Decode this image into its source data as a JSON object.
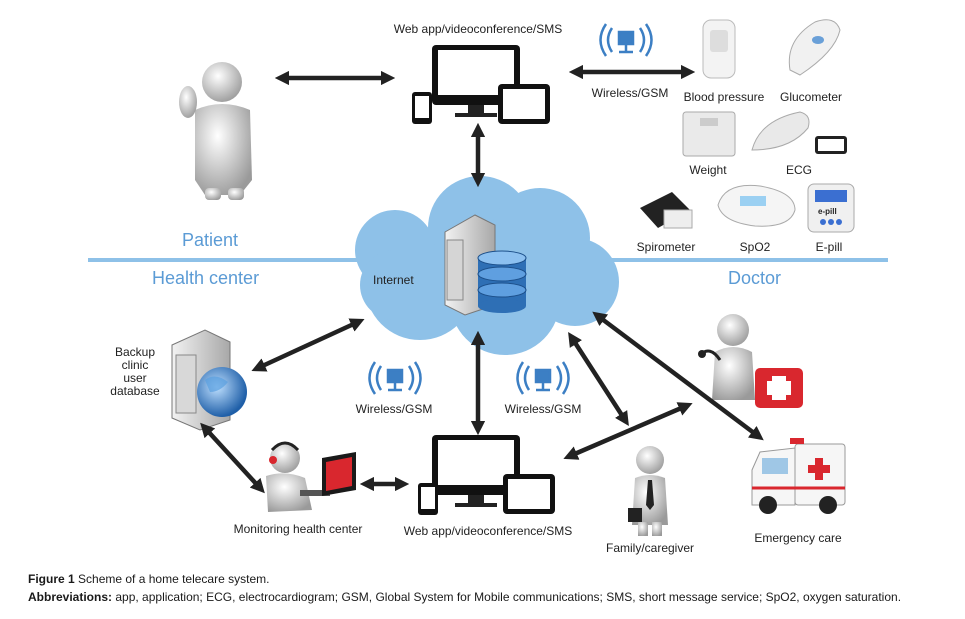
{
  "zones": {
    "patient": "Patient",
    "health_center": "Health center",
    "doctor": "Doctor"
  },
  "nodes": {
    "web_app_top": "Web app/videoconference/SMS",
    "web_app_bottom": "Web app/videoconference/SMS",
    "internet": "Internet",
    "wireless_top": "Wireless/GSM",
    "wireless_left": "Wireless/GSM",
    "wireless_right": "Wireless/GSM",
    "backup_db": [
      "Backup",
      "clinic",
      "user",
      "database"
    ],
    "monitoring": "Monitoring health center",
    "family": "Family/caregiver",
    "emergency": "Emergency care"
  },
  "devices": {
    "blood_pressure": "Blood pressure",
    "glucometer": "Glucometer",
    "weight": "Weight",
    "ecg": "ECG",
    "spirometer": "Spirometer",
    "spo2": "SpO2",
    "epill": "E-pill",
    "epill_brand": "e-pill"
  },
  "caption": {
    "figure_label": "Figure 1",
    "figure_title": "Scheme of a home telecare system.",
    "abbr_label": "Abbreviations:",
    "abbr_text": "app, application; ECG, electrocardiogram; GSM, Global System for Mobile communications; SMS, short message service; SpO2, oxygen saturation."
  },
  "colors": {
    "accent": "#5b9bd5",
    "cloud": "#8ec1e8",
    "arrow": "#222222",
    "red": "#d9272e"
  }
}
